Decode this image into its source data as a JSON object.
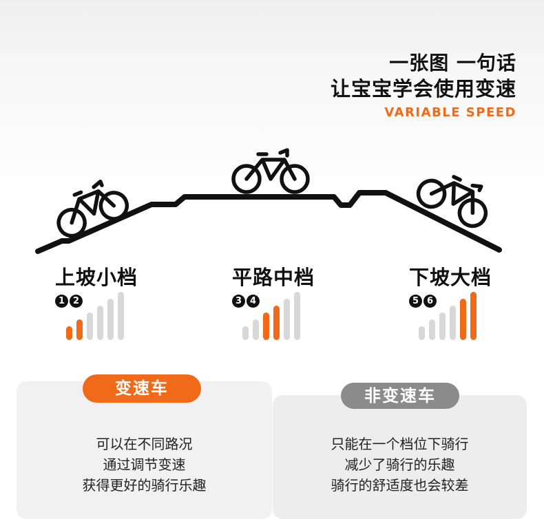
{
  "header": {
    "line1": "一张图  一句话",
    "line2": "让宝宝学会使用变速",
    "subtitle": "VARIABLE SPEED"
  },
  "gears": [
    {
      "label": "上坡小档",
      "numbers": [
        "1",
        "2"
      ],
      "bars_active": [
        0,
        1
      ]
    },
    {
      "label": "平路中档",
      "numbers": [
        "3",
        "4"
      ],
      "bars_active": [
        2,
        3
      ]
    },
    {
      "label": "下坡大档",
      "numbers": [
        "5",
        "6"
      ],
      "bars_active": [
        4,
        5
      ]
    }
  ],
  "cards": {
    "variable": {
      "title": "变速车",
      "lines": [
        "可以在不同路况",
        "通过调节变速",
        "获得更好的骑行乐趣"
      ]
    },
    "fixed": {
      "title": "非变速车",
      "lines": [
        "只能在一个档位下骑行",
        "减少了骑行的乐趣",
        "骑行的舒适度也会较差"
      ]
    }
  },
  "colors": {
    "accent": "#f06a1a",
    "inactive_bar": "#d8d8d8",
    "gray_pill": "#8b8b8b"
  }
}
